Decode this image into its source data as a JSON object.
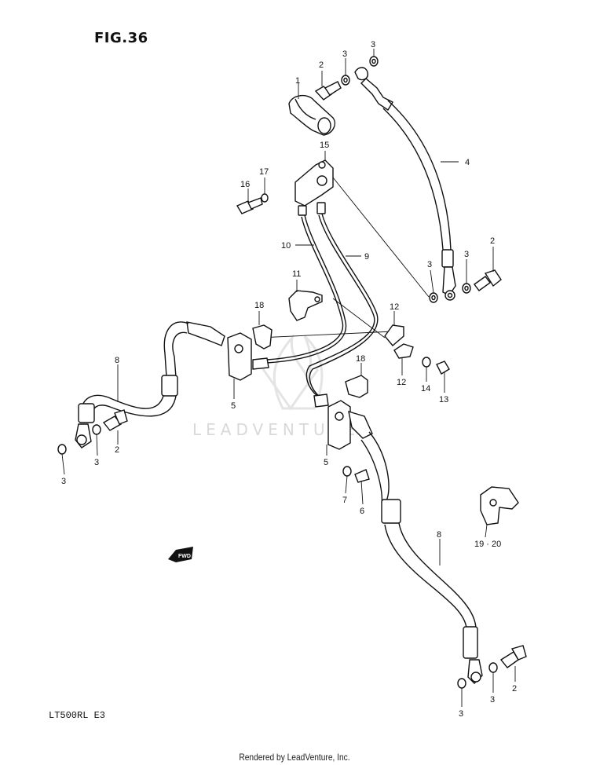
{
  "figure": {
    "title": "FIG.36"
  },
  "model": "LT500RL  E3",
  "watermark": "LEADVENTURE",
  "footer": "Rendered by LeadVenture, Inc.",
  "labels": [
    {
      "id": "1",
      "text": "1"
    },
    {
      "id": "2a",
      "text": "2"
    },
    {
      "id": "3a",
      "text": "3"
    },
    {
      "id": "3b",
      "text": "3"
    },
    {
      "id": "4",
      "text": "4"
    },
    {
      "id": "15",
      "text": "15"
    },
    {
      "id": "17",
      "text": "17"
    },
    {
      "id": "16",
      "text": "16"
    },
    {
      "id": "10",
      "text": "10"
    },
    {
      "id": "9",
      "text": "9"
    },
    {
      "id": "2b",
      "text": "2"
    },
    {
      "id": "3c",
      "text": "3"
    },
    {
      "id": "3d",
      "text": "3"
    },
    {
      "id": "11",
      "text": "11"
    },
    {
      "id": "12a",
      "text": "12"
    },
    {
      "id": "18a",
      "text": "18"
    },
    {
      "id": "18b",
      "text": "18"
    },
    {
      "id": "12b",
      "text": "12"
    },
    {
      "id": "14",
      "text": "14"
    },
    {
      "id": "13",
      "text": "13"
    },
    {
      "id": "8a",
      "text": "8"
    },
    {
      "id": "5a",
      "text": "5"
    },
    {
      "id": "5b",
      "text": "5"
    },
    {
      "id": "3e",
      "text": "3"
    },
    {
      "id": "2c",
      "text": "2"
    },
    {
      "id": "3f",
      "text": "3"
    },
    {
      "id": "7",
      "text": "7"
    },
    {
      "id": "6",
      "text": "6"
    },
    {
      "id": "19-20",
      "text": "19 · 20"
    },
    {
      "id": "8b",
      "text": "8"
    },
    {
      "id": "2d",
      "text": "2"
    },
    {
      "id": "3g",
      "text": "3"
    },
    {
      "id": "3h",
      "text": "3"
    }
  ],
  "fwd_marker": "FWD"
}
